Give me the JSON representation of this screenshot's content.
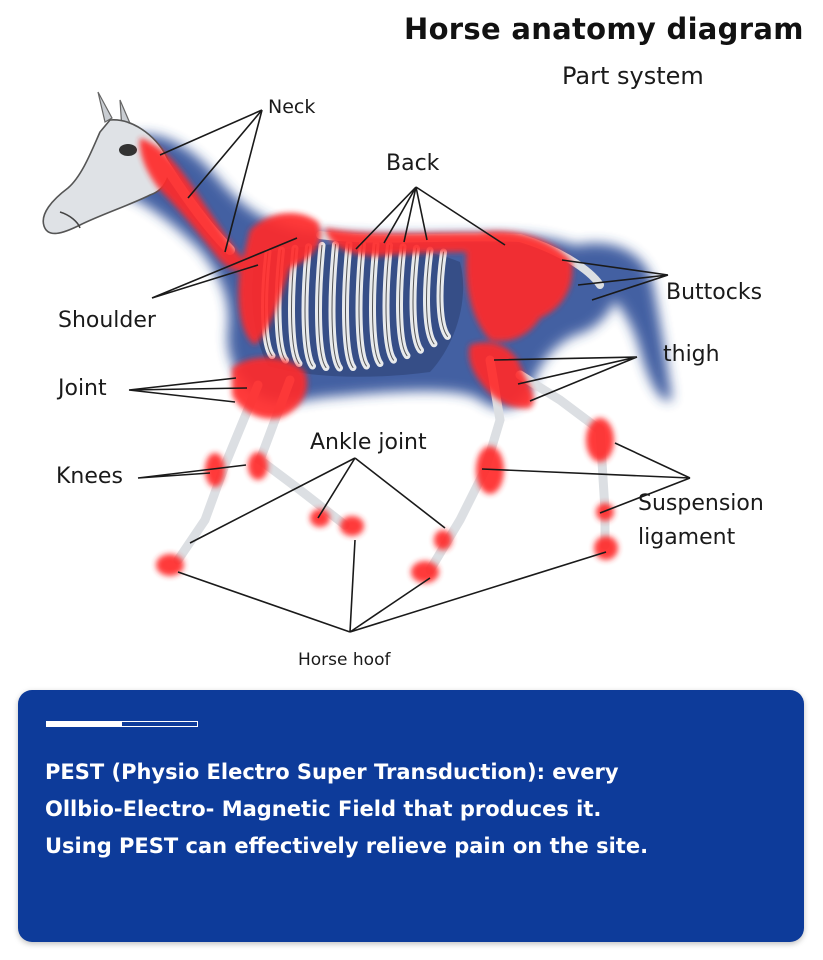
{
  "header": {
    "title": "Horse anatomy diagram",
    "subtitle": "Part system"
  },
  "labels": {
    "neck": "Neck",
    "back": "Back",
    "buttocks": "Buttocks",
    "shoulder": "Shoulder",
    "thigh": "thigh",
    "joint": "Joint",
    "ankle_joint": "Ankle joint",
    "knees": "Knees",
    "suspension_line1": "Suspension",
    "suspension_line2": "ligament",
    "horse_hoof": "Horse hoof"
  },
  "info_card": {
    "progress": 0.5,
    "text": "PEST (Physio Electro Super Transduction): every Ollbio-Electro- Magnetic Field that produces it. Using PEST can effectively relieve pain on the  site."
  },
  "colors": {
    "highlight": "#ff2a2a",
    "body_shadow": "#2c4c96",
    "card_bg": "#0d3b9a"
  }
}
